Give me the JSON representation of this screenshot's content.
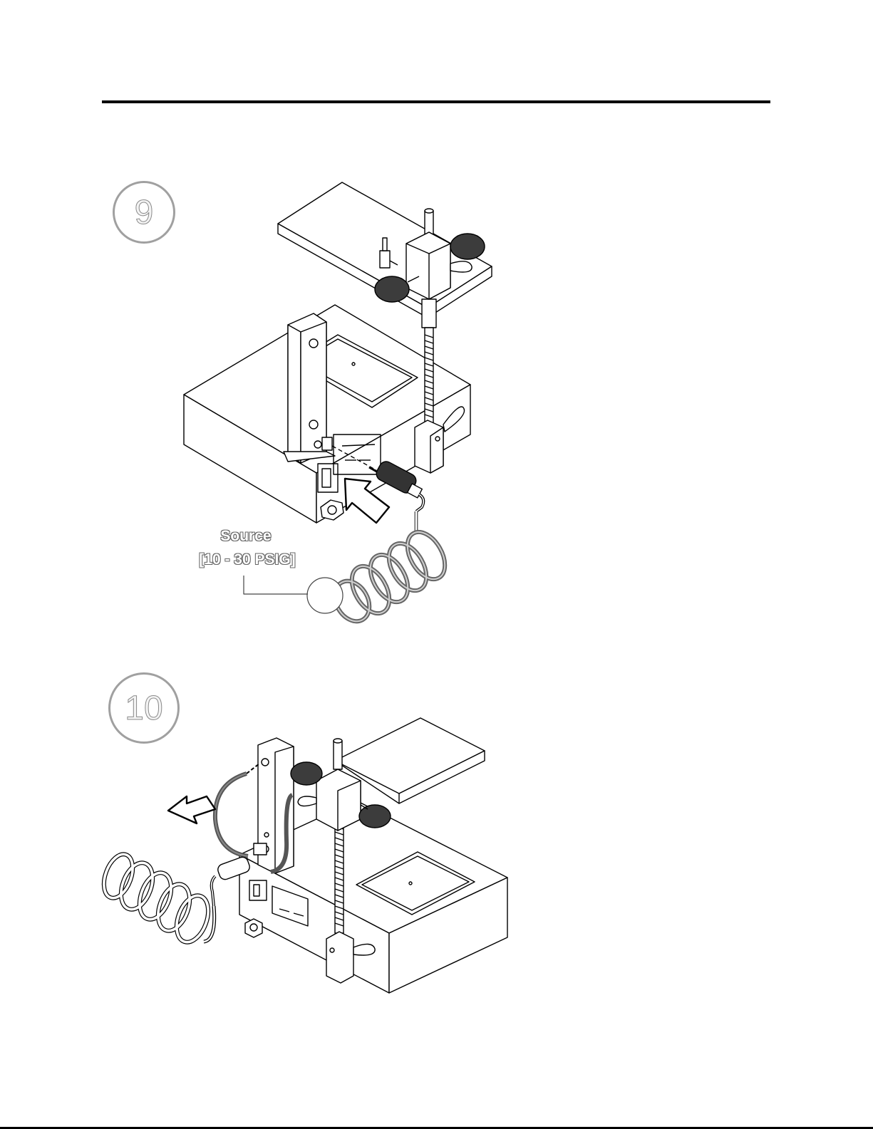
{
  "steps": {
    "step9": {
      "number": "9"
    },
    "step10": {
      "number": "10"
    }
  },
  "figure9": {
    "source_label": "Source",
    "pressure_label": "[10 - 30 PSIG]"
  },
  "colors": {
    "line": "#000000",
    "hose_dark": "#666666",
    "knob": "#444444",
    "step_circle": "#a0a0a0"
  }
}
